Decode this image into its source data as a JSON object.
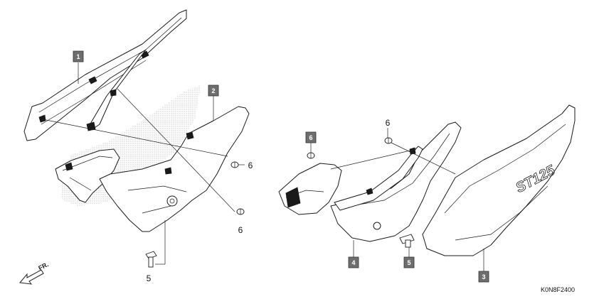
{
  "diagram_code": "K0N8F2400",
  "direction_label": "FR.",
  "emblem_text": "ST125",
  "callouts": [
    {
      "label": "1"
    },
    {
      "label": "2"
    },
    {
      "label": "3"
    },
    {
      "label": "4"
    },
    {
      "label": "5"
    },
    {
      "label": "6"
    }
  ],
  "plain_labels": {
    "bolt_left": "5",
    "screw_mid_upper": "6",
    "screw_mid_lower": "6",
    "screw_right": "6"
  }
}
